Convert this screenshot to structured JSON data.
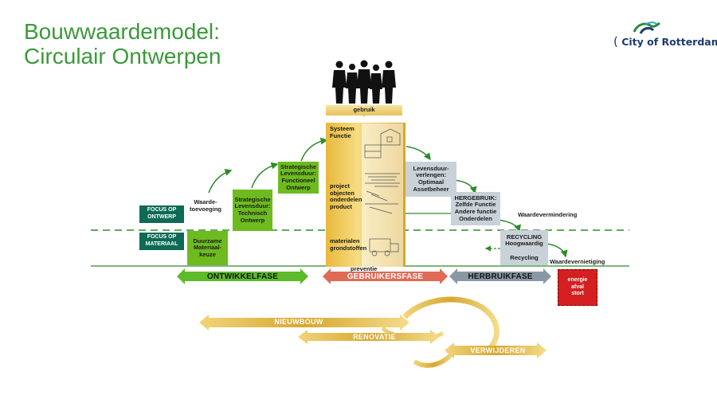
{
  "title": {
    "line1": "Bouwwaardemodel:",
    "line2": "Circulair Ontwerpen"
  },
  "logo": {
    "text": "City of Rotterdam"
  },
  "top": {
    "gebruik": "gebruik"
  },
  "column": {
    "systeem": "Systeem\nFunctie",
    "project": "project\nobjecten\nonderdelen\nproduct",
    "materialen": "materialen\ngrondstoffen",
    "preventie": "preventie"
  },
  "steps": {
    "duurzame": "Duurzame\nMateriaal-\nkeuze",
    "technisch": "Strategische\nLevensduur:\nTechnisch\nOntwerp",
    "functioneel": "Strategische\nLevensduur:\nFunctioneel\nOntwerp"
  },
  "focus": {
    "ontwerp": "FOCUS OP\nONTWERP",
    "materiaal": "FOCUS OP\nMATERIAAL"
  },
  "labels": {
    "waardetoevoeging": "Waarde-\ntoevoeging",
    "waardevermindering": "Waardevermindering",
    "waardevernietiging": "Waardevernietiging"
  },
  "right": {
    "levensduur": "Levensduur-\nverlengen:\nOptimaal\nAssetbeheer",
    "hergebruik": "HERGEBRUIK:\nZelfde Functie\nAndere functie\nOnderdelen",
    "recycling": "RECYCLING\nHoogwaardig",
    "recycling_low": "Recycling",
    "energie": "energie\nafval\nstort"
  },
  "phases": {
    "ontwikkel": "ONTWIKKELFASE",
    "gebruikers": "GEBRUIKERSFASE",
    "herbruik": "HERBRUIKFASE"
  },
  "cycle": {
    "nieuwbouw": "NIEUWBOUW",
    "renovatie": "RENOVATIE",
    "verwijderen": "VERWIJDEREN"
  },
  "colors": {
    "title_green": "#3a9a3a",
    "step_green": "#6dbb1f",
    "focus_teal": "#0e6a55",
    "phase_green": "#5dbb2a",
    "phase_red": "#e06a55",
    "phase_grey": "#8a98a6",
    "gold": "#d9b13a",
    "stort_red": "#d42020"
  }
}
